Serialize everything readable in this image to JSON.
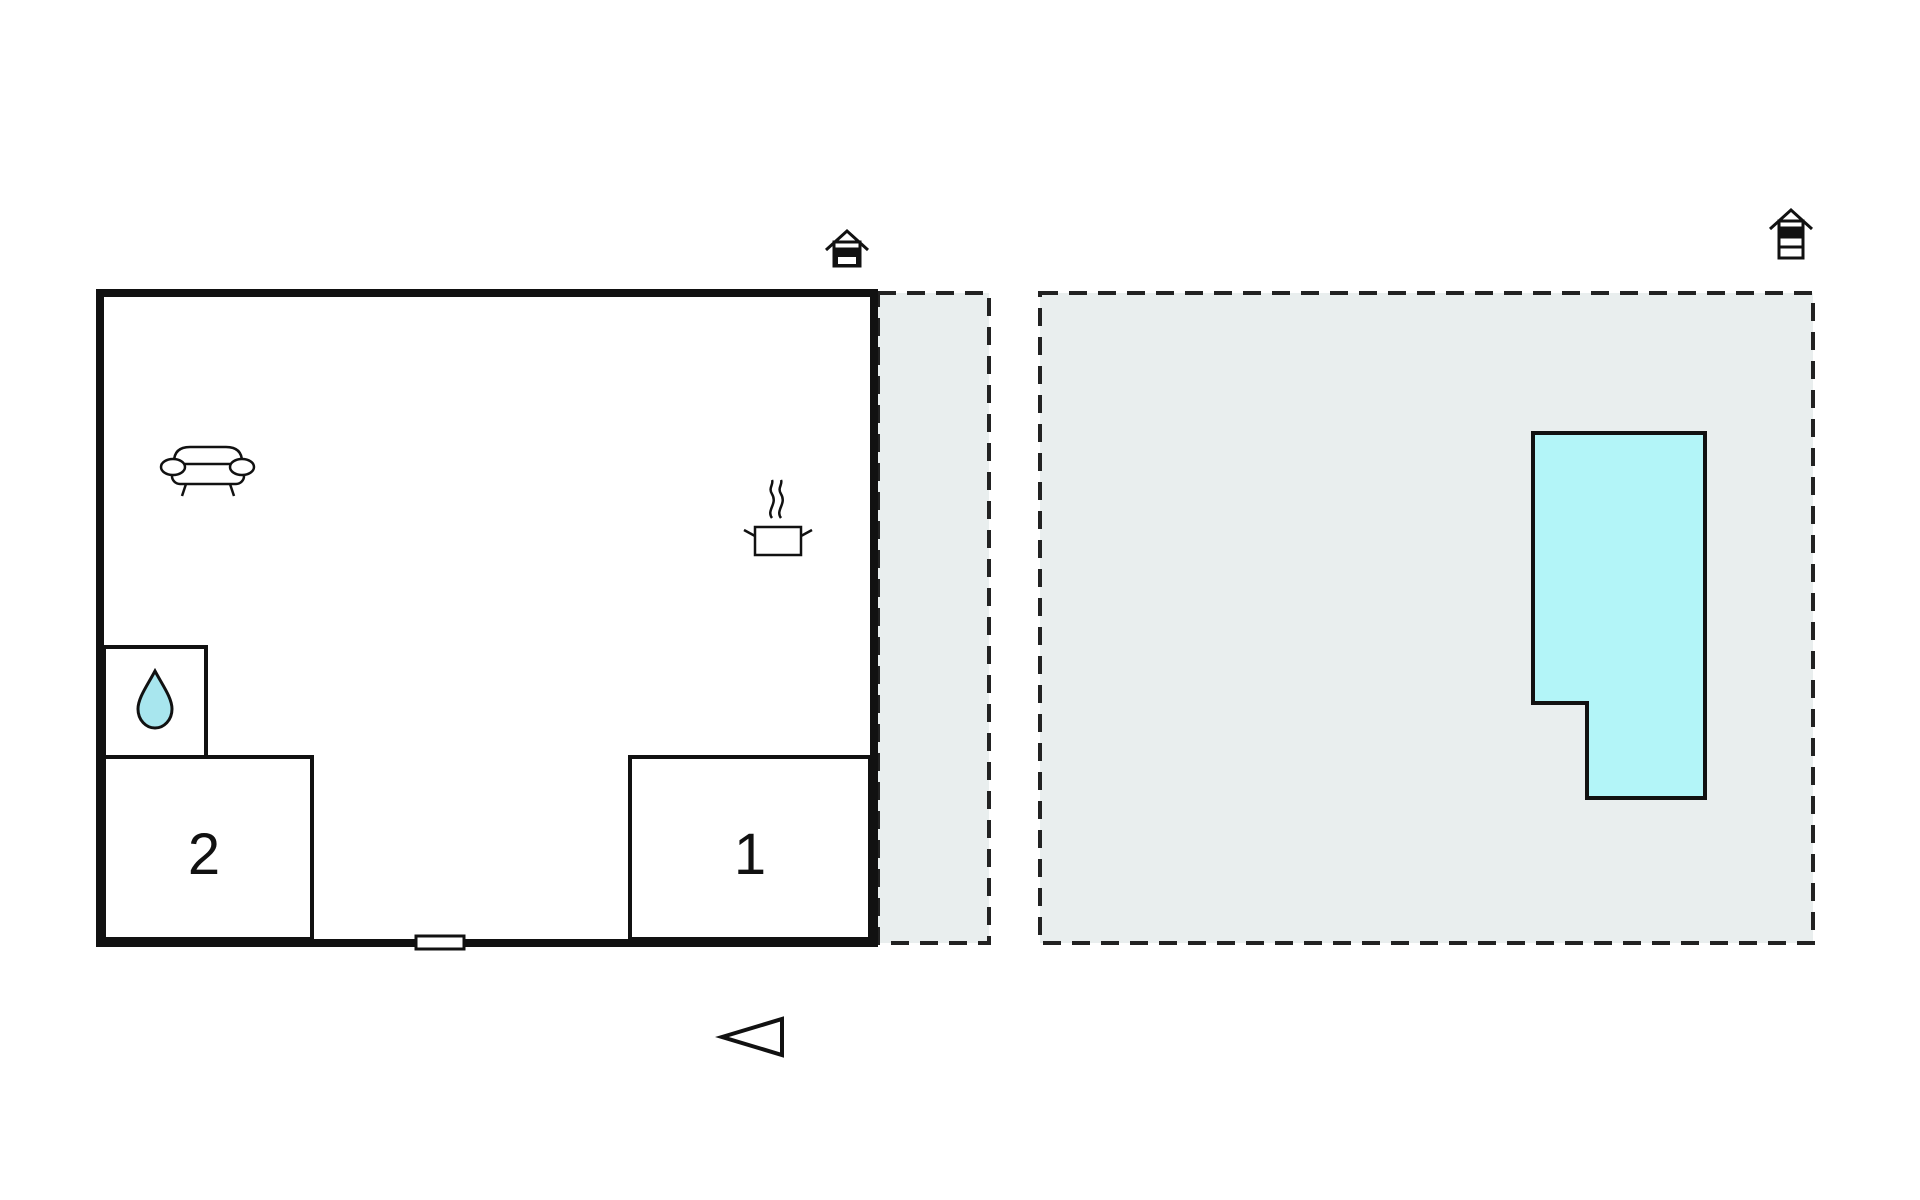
{
  "floorplan": {
    "rooms": [
      {
        "id": "bedroom-1",
        "label": "1"
      },
      {
        "id": "bedroom-2",
        "label": "2"
      }
    ],
    "icons": [
      {
        "id": "sofa",
        "name": "sofa-icon",
        "meaning": "living area"
      },
      {
        "id": "cooking",
        "name": "cooking-pot-icon",
        "meaning": "kitchen"
      },
      {
        "id": "bathroom",
        "name": "water-drop-icon",
        "meaning": "bathroom"
      },
      {
        "id": "house-left",
        "name": "house-icon"
      },
      {
        "id": "house-right",
        "name": "house-icon"
      },
      {
        "id": "entrance",
        "name": "entrance-marker"
      },
      {
        "id": "direction",
        "name": "direction-arrow-icon"
      }
    ],
    "colors": {
      "wall": "#111111",
      "outdoor_area": "#e9eeee",
      "pool": "#b3f5f8",
      "water_drop": "#a8e6ee",
      "background": "#ffffff"
    }
  }
}
